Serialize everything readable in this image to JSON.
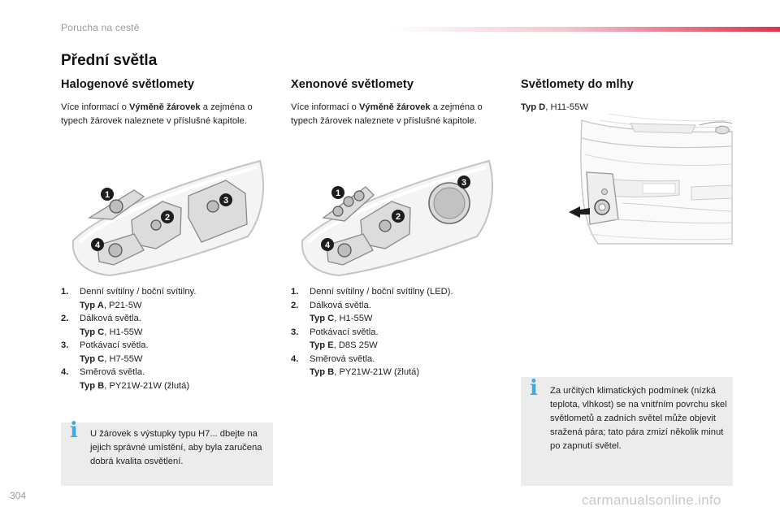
{
  "header": {
    "section": "Porucha na cestě"
  },
  "page_title": "Přední světla",
  "columns": {
    "halogen": {
      "heading": "Halogenové světlomety",
      "intro_pre": "Více informací o ",
      "intro_bold": "Výměně žárovek",
      "intro_post": " a zejména o typech žárovek naleznete v příslušné kapitole.",
      "items": [
        {
          "num": "1.",
          "text": "Denní svítilny / boční svítilny.",
          "typ": "Typ A",
          "spec": ", P21-5W"
        },
        {
          "num": "2.",
          "text": "Dálková světla.",
          "typ": "Typ C",
          "spec": ", H1-55W"
        },
        {
          "num": "3.",
          "text": "Potkávací světla.",
          "typ": "Typ C",
          "spec": ", H7-55W"
        },
        {
          "num": "4.",
          "text": "Směrová světla.",
          "typ": "Typ B",
          "spec": ", PY21W-21W (žlutá)"
        }
      ],
      "note": "U žárovek s výstupky typu H7... dbejte na jejich správné umístění, aby byla zaručena dobrá kvalita osvětlení."
    },
    "xenon": {
      "heading": "Xenonové světlomety",
      "intro_pre": "Více informací o ",
      "intro_bold": "Výměně žárovek",
      "intro_post": " a zejména o typech žárovek naleznete v příslušné kapitole.",
      "items": [
        {
          "num": "1.",
          "text": "Denní svítilny / boční svítilny (LED).",
          "typ": "",
          "spec": ""
        },
        {
          "num": "2.",
          "text": "Dálková světla.",
          "typ": "Typ C",
          "spec": ", H1-55W"
        },
        {
          "num": "3.",
          "text": "Potkávací světla.",
          "typ": "Typ E",
          "spec": ", D8S 25W"
        },
        {
          "num": "4.",
          "text": "Směrová světla.",
          "typ": "Typ B",
          "spec": ", PY21W-21W (žlutá)"
        }
      ]
    },
    "fog": {
      "heading": "Světlomety do mlhy",
      "typ": "Typ D",
      "spec": ", H11-55W",
      "note": "Za určitých klimatických podmínek (nízká teplota, vlhkost) se na vnitřním povrchu skel světlometů a zadních světel může objevit sražená pára; tato pára zmizí několik minut po zapnutí světel."
    }
  },
  "callouts": [
    "1",
    "2",
    "3",
    "4"
  ],
  "info_icon": "info-icon",
  "page_number": "304",
  "watermark": "carmanualsonline.info",
  "colors": {
    "accent": "#d9344f",
    "info": "#3fa9e0",
    "note_bg": "#ececec"
  }
}
